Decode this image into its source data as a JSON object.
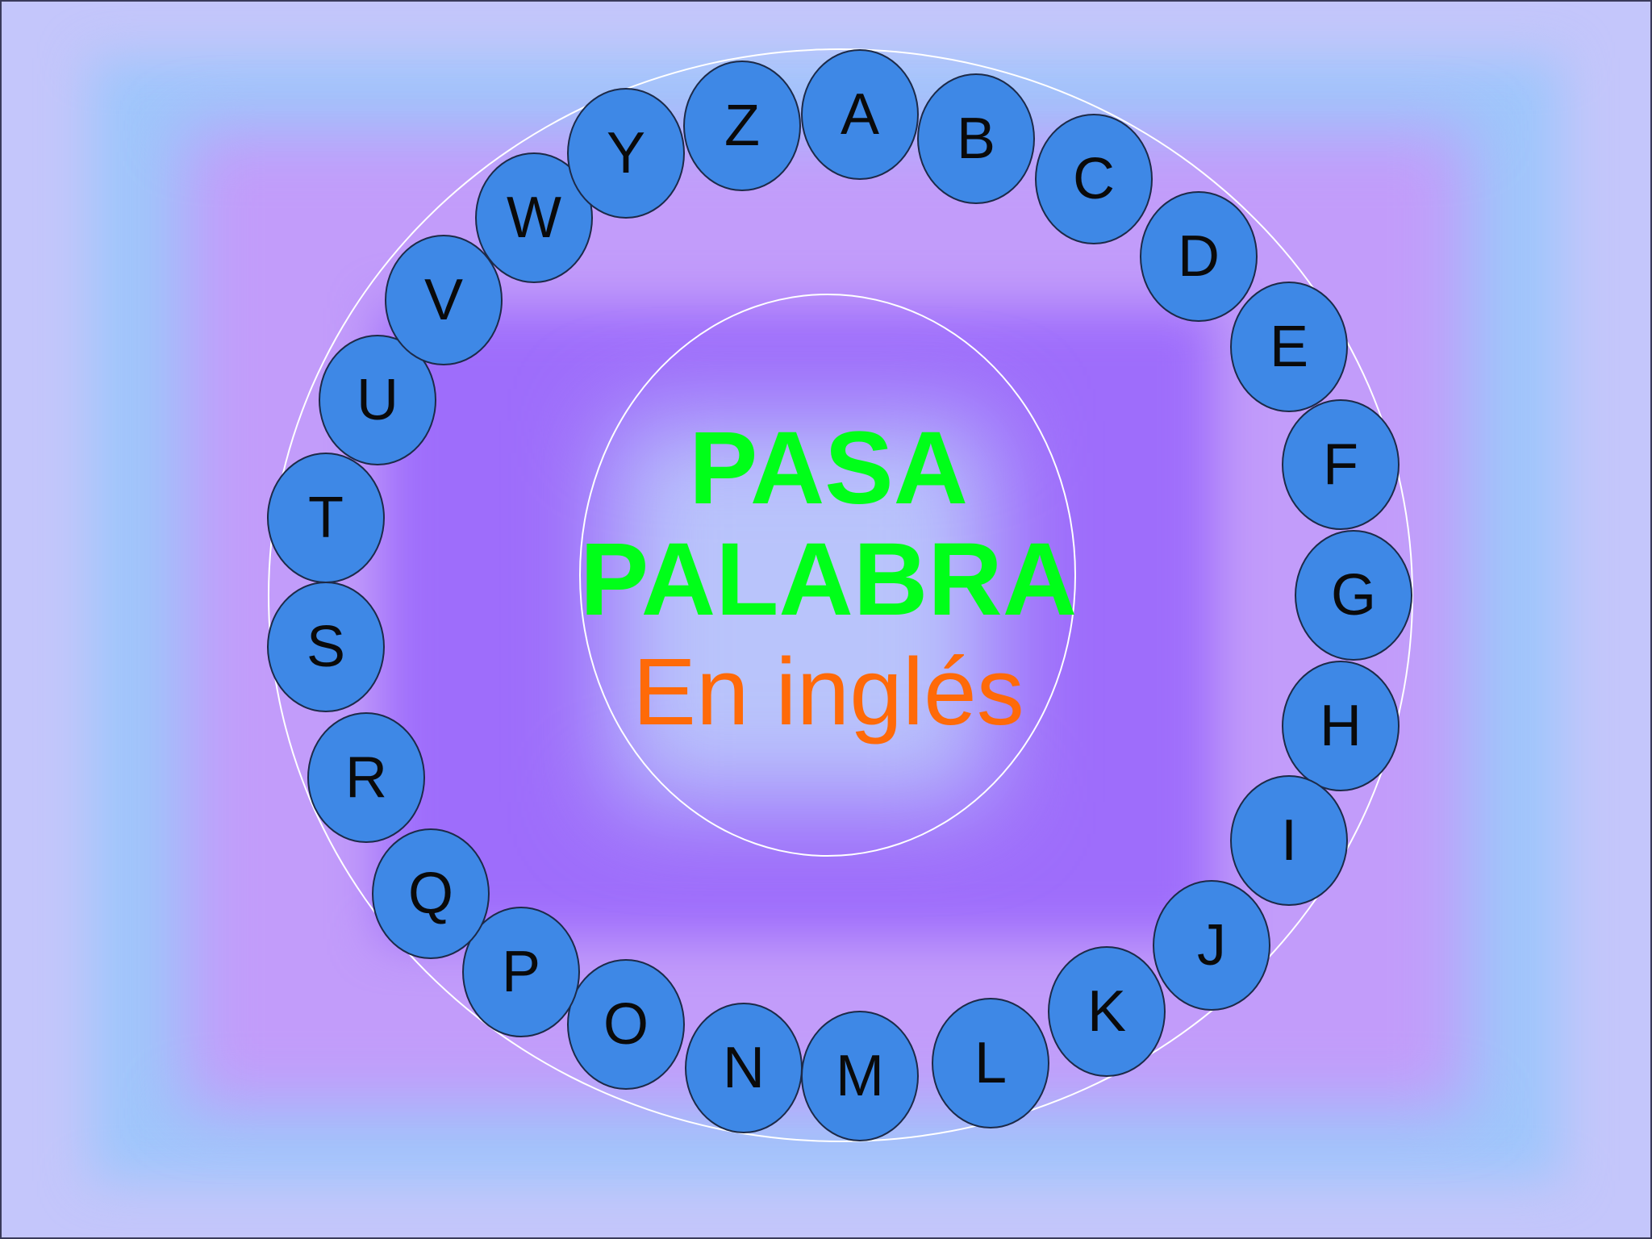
{
  "title": {
    "line1": "PASA",
    "line2": "PALABRA",
    "line3": "En inglés"
  },
  "letters": [
    "A",
    "B",
    "C",
    "D",
    "E",
    "F",
    "G",
    "H",
    "I",
    "J",
    "K",
    "L",
    "M",
    "N",
    "O",
    "P",
    "Q",
    "R",
    "S",
    "T",
    "U",
    "V",
    "W",
    "Y",
    "Z"
  ],
  "colors": {
    "bubble_fill": "#3e88e6",
    "bubble_border": "#1c2a48",
    "title_green": "#00ff19",
    "subtitle_orange": "#ff6a08",
    "ring_white": "#ffffff"
  }
}
